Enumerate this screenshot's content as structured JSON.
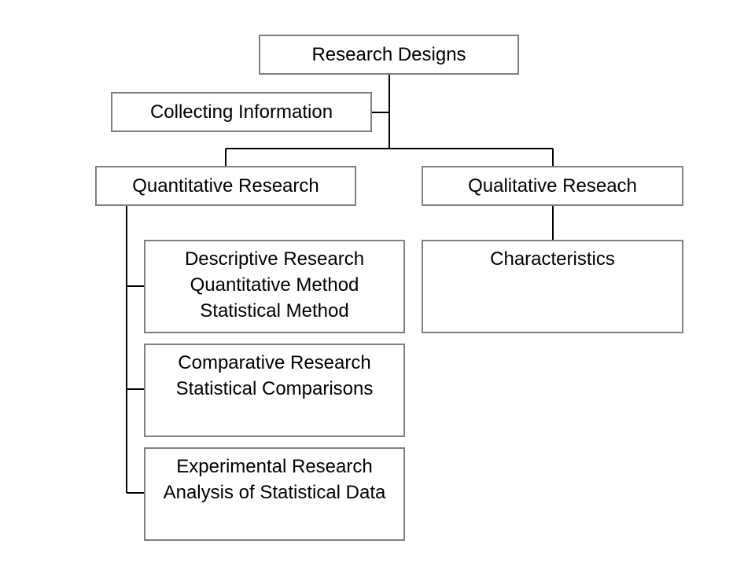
{
  "diagram": {
    "root": {
      "label": "Research Designs"
    },
    "side_note": {
      "label": "Collecting Information"
    },
    "branches": {
      "quantitative": {
        "label": "Quantitative Research",
        "children": [
          {
            "lines": [
              "Descriptive Research",
              "Quantitative Method",
              "Statistical Method"
            ]
          },
          {
            "lines": [
              "Comparative Research",
              "Statistical Comparisons"
            ]
          },
          {
            "lines": [
              "Experimental Research",
              "Analysis of Statistical Data"
            ]
          }
        ]
      },
      "qualitative": {
        "label": "Qualitative Reseach",
        "children": [
          {
            "lines": [
              "Characteristics"
            ]
          }
        ]
      }
    },
    "colors": {
      "box_border": "#7f7f7f",
      "connector": "#000000",
      "background": "#ffffff",
      "text": "#000000"
    }
  }
}
